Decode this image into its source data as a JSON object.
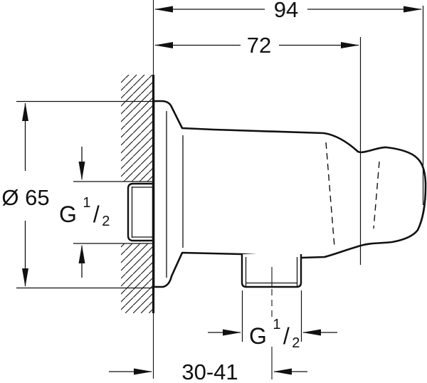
{
  "colors": {
    "background": "#ffffff",
    "line": "#111111"
  },
  "dimensions": {
    "width_total": "94",
    "width_body": "72",
    "flange_diameter": "Ø 65",
    "wall_distance_range": "30-41"
  },
  "threads": {
    "inlet": {
      "prefix": "G",
      "numerator": "1",
      "slash": "/",
      "denominator": "2"
    },
    "outlet": {
      "prefix": "G",
      "numerator": "1",
      "slash": "/",
      "denominator": "2"
    }
  }
}
